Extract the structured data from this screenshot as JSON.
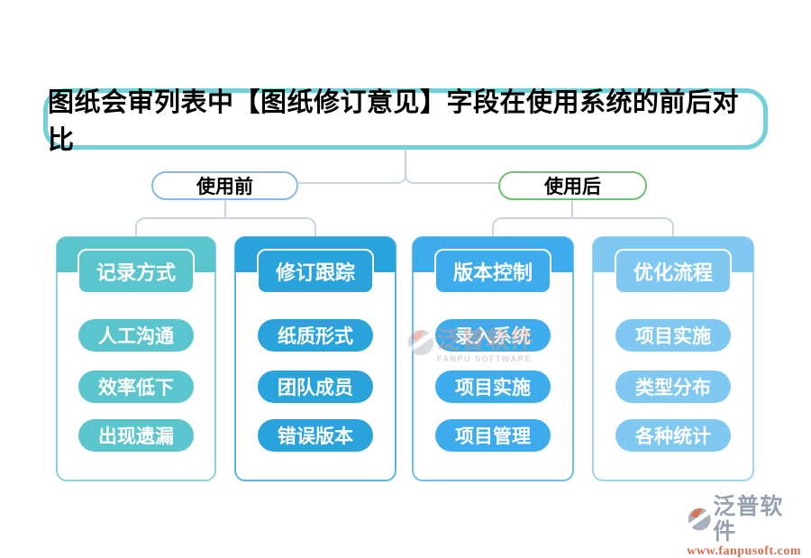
{
  "title": {
    "text": "图纸会审列表中【图纸修订意见】字段在使用系统的前后对比",
    "border_color": "#70D1D8"
  },
  "branches": [
    {
      "label": "使用前",
      "border_color": "#85B9E8"
    },
    {
      "label": "使用后",
      "border_color": "#6FC06F"
    }
  ],
  "columns": [
    {
      "branch": "使用前",
      "header": "记录方式",
      "color": "#5BC5CE",
      "border_color": "#8AD3DA",
      "items": [
        "人工沟通",
        "效率低下",
        "出现遗漏"
      ]
    },
    {
      "branch": "使用前",
      "header": "修订跟踪",
      "color": "#2AA2DC",
      "border_color": "#58B6E5",
      "items": [
        "纸质形式",
        "团队成员",
        "错误版本"
      ]
    },
    {
      "branch": "使用后",
      "header": "版本控制",
      "color": "#3EACEC",
      "border_color": "#6CC0F1",
      "items": [
        "录入系统",
        "项目实施",
        "项目管理"
      ]
    },
    {
      "branch": "使用后",
      "header": "优化流程",
      "color": "#7EC8F2",
      "border_color": "#9CD5F6",
      "items": [
        "项目实施",
        "类型分布",
        "各种统计"
      ]
    }
  ],
  "connector_color": "#CBD5E2",
  "watermark": {
    "brand": "泛普软件",
    "subtitle": "FANPU SOFTWARE"
  },
  "footer_logo": {
    "brand": "泛普软件",
    "url": "www.fanpusoft.com",
    "brand_color": "#97A0AE",
    "url_color": "#DB6B4B"
  }
}
